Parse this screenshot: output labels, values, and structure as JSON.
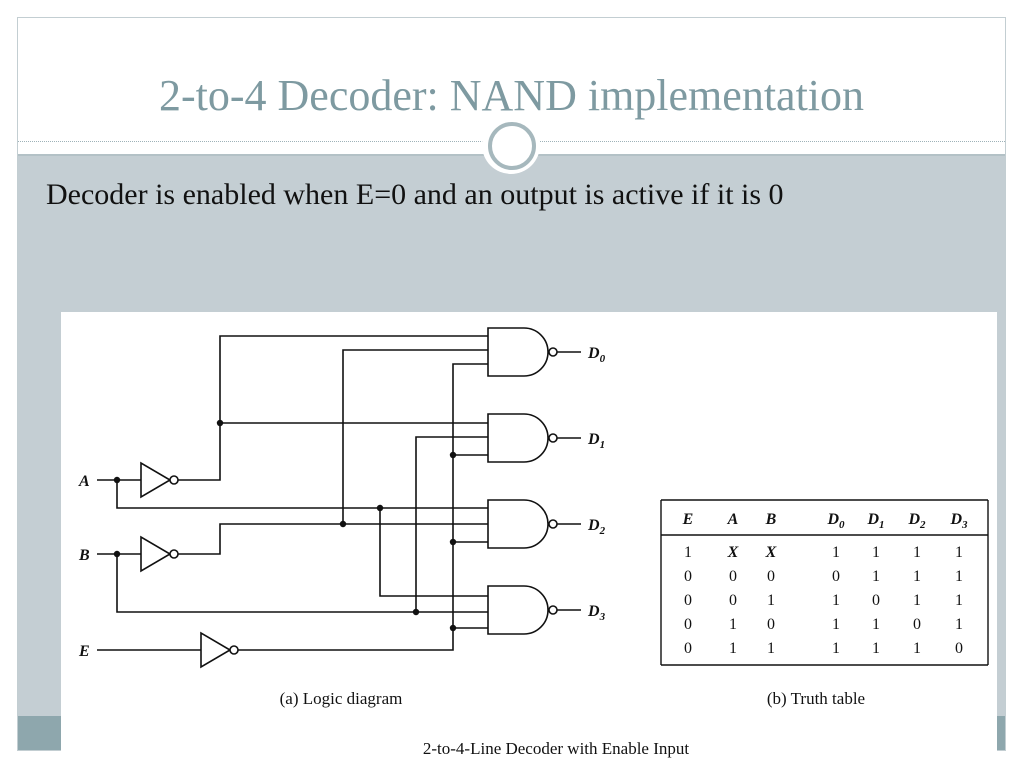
{
  "slide": {
    "title": "2-to-4 Decoder: NAND implementation",
    "body_text": "Decoder is enabled when E=0 and an output is active if it is 0"
  },
  "figure": {
    "logic_diagram": {
      "inputs": [
        "A",
        "B",
        "E"
      ],
      "outputs": [
        {
          "base": "D",
          "sub": "0"
        },
        {
          "base": "D",
          "sub": "1"
        },
        {
          "base": "D",
          "sub": "2"
        },
        {
          "base": "D",
          "sub": "3"
        }
      ],
      "caption": "(a) Logic diagram"
    },
    "truth_table": {
      "headers": [
        {
          "base": "E",
          "sub": ""
        },
        {
          "base": "A",
          "sub": ""
        },
        {
          "base": "B",
          "sub": ""
        },
        {
          "base": "D",
          "sub": "0"
        },
        {
          "base": "D",
          "sub": "1"
        },
        {
          "base": "D",
          "sub": "2"
        },
        {
          "base": "D",
          "sub": "3"
        }
      ],
      "rows": [
        [
          "1",
          "X",
          "X",
          "1",
          "1",
          "1",
          "1"
        ],
        [
          "0",
          "0",
          "0",
          "0",
          "1",
          "1",
          "1"
        ],
        [
          "0",
          "0",
          "1",
          "1",
          "0",
          "1",
          "1"
        ],
        [
          "0",
          "1",
          "0",
          "1",
          "1",
          "0",
          "1"
        ],
        [
          "0",
          "1",
          "1",
          "1",
          "1",
          "1",
          "0"
        ]
      ],
      "caption": "(b) Truth table"
    },
    "caption": "2-to-4-Line Decoder with Enable Input"
  },
  "colors": {
    "title": "#7e9aa1",
    "band": "#c4ced3",
    "footer": "#8ea7ad",
    "ink": "#111111"
  }
}
